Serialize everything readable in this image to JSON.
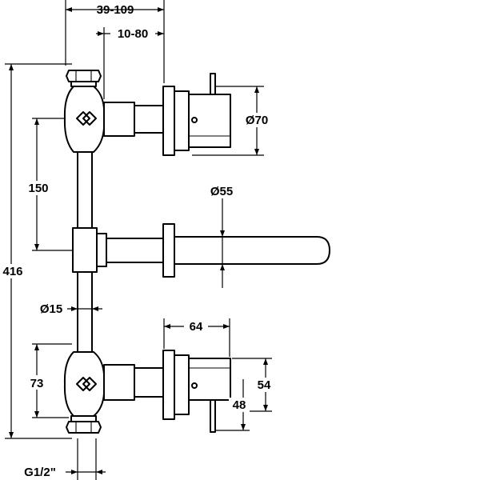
{
  "dimensions": {
    "top_offset": "39-109",
    "wall_offset": "10-80",
    "handle_diameter": "Ø70",
    "spout_diameter": "Ø55",
    "vertical_spacing": "150",
    "total_height": "416",
    "pipe_diameter": "Ø15",
    "lower_spacing": "73",
    "handle_depth": "64",
    "handle_height": "54",
    "lever_offset": "48",
    "thread": "G1/2\""
  }
}
